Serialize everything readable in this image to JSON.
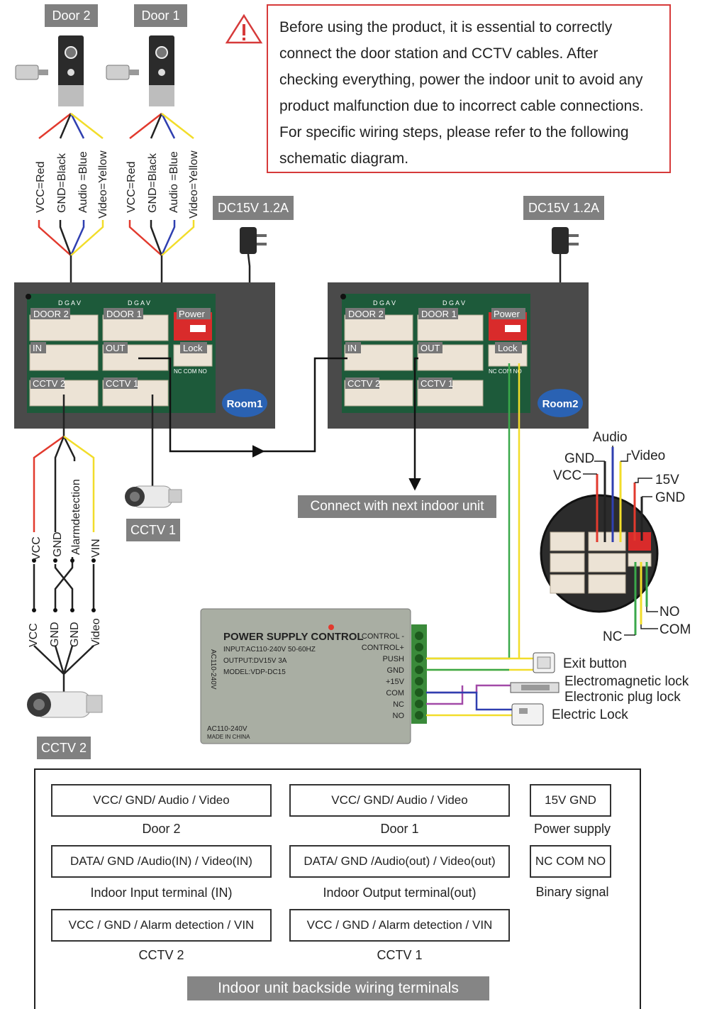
{
  "top_labels": {
    "door2": "Door 2",
    "door1": "Door 1",
    "dc_left": "DC15V 1.2A",
    "dc_right": "DC15V 1.2A"
  },
  "warning": {
    "text": "Before using the product, it is essential to correctly connect the door station and CCTV cables. After checking everything, power the indoor unit to avoid any product malfunction due to incorrect cable connections. For specific wiring steps, please refer to the following schematic diagram."
  },
  "door_wires": {
    "vcc": "VCC=Red",
    "gnd": "GND=Black",
    "audio": "Audio =Blue",
    "video": "Video=Yellow"
  },
  "unit_ports": {
    "door2": "DOOR 2",
    "door1": "DOOR 1",
    "power": "Power",
    "in": "IN",
    "out": "OUT",
    "lock": "Lock",
    "cctv2": "CCTV 2",
    "cctv1": "CCTV 1",
    "lock_pins": "NC  COM  NO",
    "dgav": "D  G  A  V"
  },
  "rooms": {
    "room1": "Room1",
    "room2": "Room2"
  },
  "cctv_wires": {
    "vcc": "VCC",
    "gnd": "GND",
    "alarm": "Alarmdetection",
    "vin": "VIN",
    "cam_vcc": "VCC",
    "cam_gnd1": "GND",
    "cam_gnd2": "GND",
    "cam_video": "Video"
  },
  "cctv_labels": {
    "cctv1": "CCTV 1",
    "cctv2": "CCTV 2"
  },
  "next_unit": "Connect with next indoor unit",
  "zoom_labels": {
    "audio": "Audio",
    "gnd": "GND",
    "video": "Video",
    "vcc": "VCC",
    "v15": "15V",
    "gnd2": "GND",
    "no": "NO",
    "com": "COM",
    "nc": "NC"
  },
  "psu": {
    "side": "AC110-240V",
    "title": "POWER SUPPLY CONTROL",
    "input": "INPUT:AC110-240V 50-60HZ",
    "output": "OUTPUT:DV15V 3A",
    "model": "MODEL:VDP-DC15",
    "bottom1": "AC110-240V",
    "bottom2": "MADE IN CHINA",
    "terminals": [
      "CONTROL -",
      "CONTROL+",
      "PUSH",
      "GND",
      "+15V",
      "COM",
      "NC",
      "NO"
    ]
  },
  "devices": {
    "exit": "Exit button",
    "em_lock": "Electromagnetic lock",
    "plug_lock": "Electronic plug lock",
    "electric": "Electric Lock"
  },
  "legend": {
    "title": "Indoor unit backside wiring terminals",
    "rows": [
      {
        "box": "VCC/ GND/ Audio / Video",
        "caption": "Door 2"
      },
      {
        "box": "VCC/ GND/ Audio / Video",
        "caption": "Door 1"
      },
      {
        "box": "15V  GND",
        "caption": "Power supply"
      },
      {
        "box": "DATA/ GND /Audio(IN) / Video(IN)",
        "caption": "Indoor  Input terminal (IN)"
      },
      {
        "box": "DATA/ GND /Audio(out) / Video(out)",
        "caption": "Indoor  Output terminal(out)"
      },
      {
        "box": "NC COM NO",
        "caption": "Binary signal"
      },
      {
        "box": "VCC / GND / Alarm detection / VIN",
        "caption": "CCTV 2"
      },
      {
        "box": "VCC / GND / Alarm detection / VIN",
        "caption": "CCTV 1"
      }
    ]
  },
  "colors": {
    "red": "#e23a2e",
    "black": "#222222",
    "blue": "#2f3fb0",
    "yellow": "#f2dd2a",
    "green": "#3aa84a",
    "purple": "#a24aa8",
    "warning_border": "#d63a3a",
    "tag_gray": "#808080",
    "room_blue": "#2a62b3"
  }
}
